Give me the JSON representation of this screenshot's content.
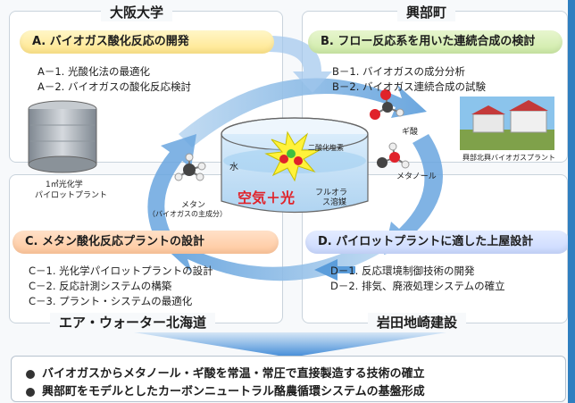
{
  "orgs": {
    "tl": "大阪大学",
    "tr": "興部町",
    "bl": "エア・ウォーター北海道",
    "br": "岩田地崎建設"
  },
  "sections": {
    "A": {
      "title": "A. バイオガス酸化反応の開発",
      "items": [
        "A－1. 光酸化法の最適化",
        "A－2. バイオガスの酸化反応検討"
      ]
    },
    "B": {
      "title": "B. フロー反応系を用いた連続合成の検討",
      "items": [
        "B－1. バイオガスの成分分析",
        "B－2. バイオガス連続合成の試験"
      ]
    },
    "C": {
      "title": "C. メタン酸化反応プラントの設計",
      "items": [
        "C－1. 光化学パイロットプラントの設計",
        "C－2. 反応計測システムの構築",
        "C－3. プラント・システムの最適化"
      ]
    },
    "D": {
      "title": "D. パイロットプラントに適した上屋設計",
      "items": [
        "D－1. 反応環境制御技術の開発",
        "D－2. 排気、廃液処理システムの確立"
      ]
    }
  },
  "center": {
    "water": "水",
    "chlorine_dioxide": "二酸化塩素",
    "air_light": "空気＋光",
    "fluorous_1": "フルオラ",
    "fluorous_2": "ス溶媒",
    "formic_acid": "ギ酸",
    "methanol": "メタノール",
    "methane": "メタン",
    "methane_note": "（バイオガスの主成分）"
  },
  "labels": {
    "pilot_plant_1": "1㎥光化学",
    "pilot_plant_2": "パイロットプラント",
    "biogas_plant": "興部北興バイオガスプラント"
  },
  "outcomes": [
    "バイオガスからメタノール・ギ酸を常温・常圧で直接製造する技術の確立",
    "興部町をモデルとしたカーボンニュートラル酪農循環システムの基盤形成"
  ],
  "colors": {
    "arrow_blue": "#4a90d9",
    "accent_red": "#e0232b",
    "edge_blue": "#2f7fc0"
  }
}
